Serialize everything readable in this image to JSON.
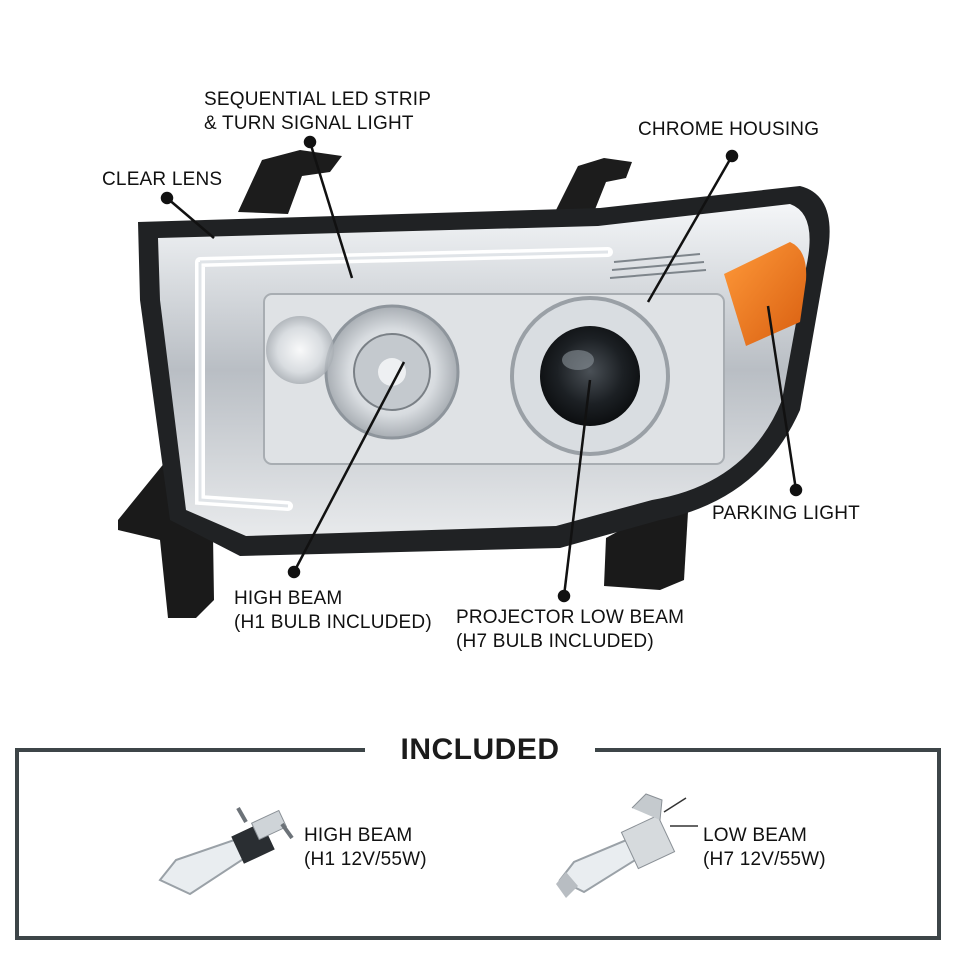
{
  "callouts": {
    "sequential_led": {
      "line1": "SEQUENTIAL LED STRIP",
      "line2": "& TURN SIGNAL LIGHT"
    },
    "clear_lens": {
      "line1": "CLEAR LENS"
    },
    "chrome_housing": {
      "line1": "CHROME HOUSING"
    },
    "parking_light": {
      "line1": "PARKING LIGHT"
    },
    "high_beam": {
      "line1": "HIGH BEAM",
      "line2": "(H1 BULB INCLUDED)"
    },
    "projector_low_beam": {
      "line1": "PROJECTOR LOW BEAM",
      "line2": "(H7 BULB INCLUDED)"
    }
  },
  "included": {
    "title": "INCLUDED",
    "bulbs": [
      {
        "line1": "HIGH BEAM",
        "line2": "(H1 12V/55W)"
      },
      {
        "line1": "LOW BEAM",
        "line2": "(H7 12V/55W)"
      }
    ]
  },
  "colors": {
    "frame": "#3d4548",
    "amber": "#f07a1a",
    "housing": "#1e1e1e",
    "chrome": "#c9cdd1"
  }
}
